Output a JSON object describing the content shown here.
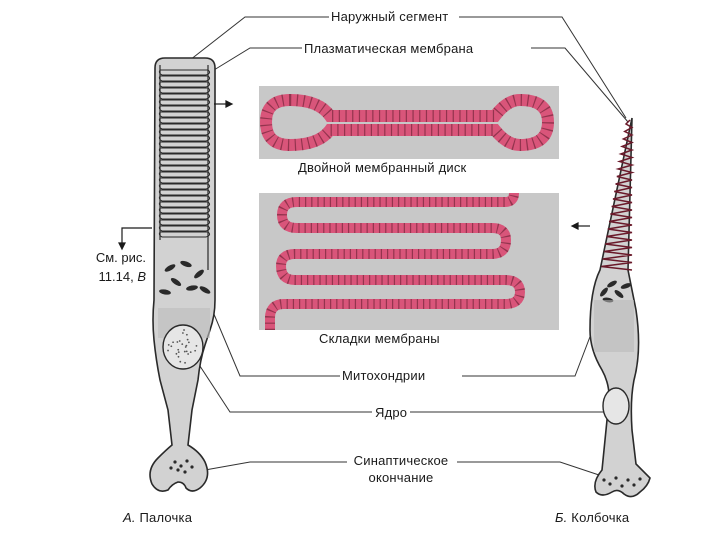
{
  "labels": {
    "outer_segment": "Наружный сегмент",
    "plasma_membrane": "Плазматическая мембрана",
    "double_disk": "Двойной мембранный диск",
    "membrane_folds": "Складки мембраны",
    "mitochondria": "Митохондрии",
    "nucleus": "Ядро",
    "synaptic_line1": "Синаптическое",
    "synaptic_line2": "окончание",
    "see_fig_line1": "См. рис.",
    "see_fig_line2_num": "11.14,",
    "see_fig_line2_letter": "В",
    "rod_caption_letter": "А.",
    "rod_caption_name": "Палочка",
    "cone_caption_letter": "Б.",
    "cone_caption_name": "Колбочка"
  },
  "colors": {
    "membrane_fill": "#d9557a",
    "membrane_dark": "#5a1a2a",
    "panel_bg": "#c8c8c8",
    "cell_fill": "#d2d2d2",
    "outline": "#2a2a2a",
    "label_line": "#333333"
  }
}
